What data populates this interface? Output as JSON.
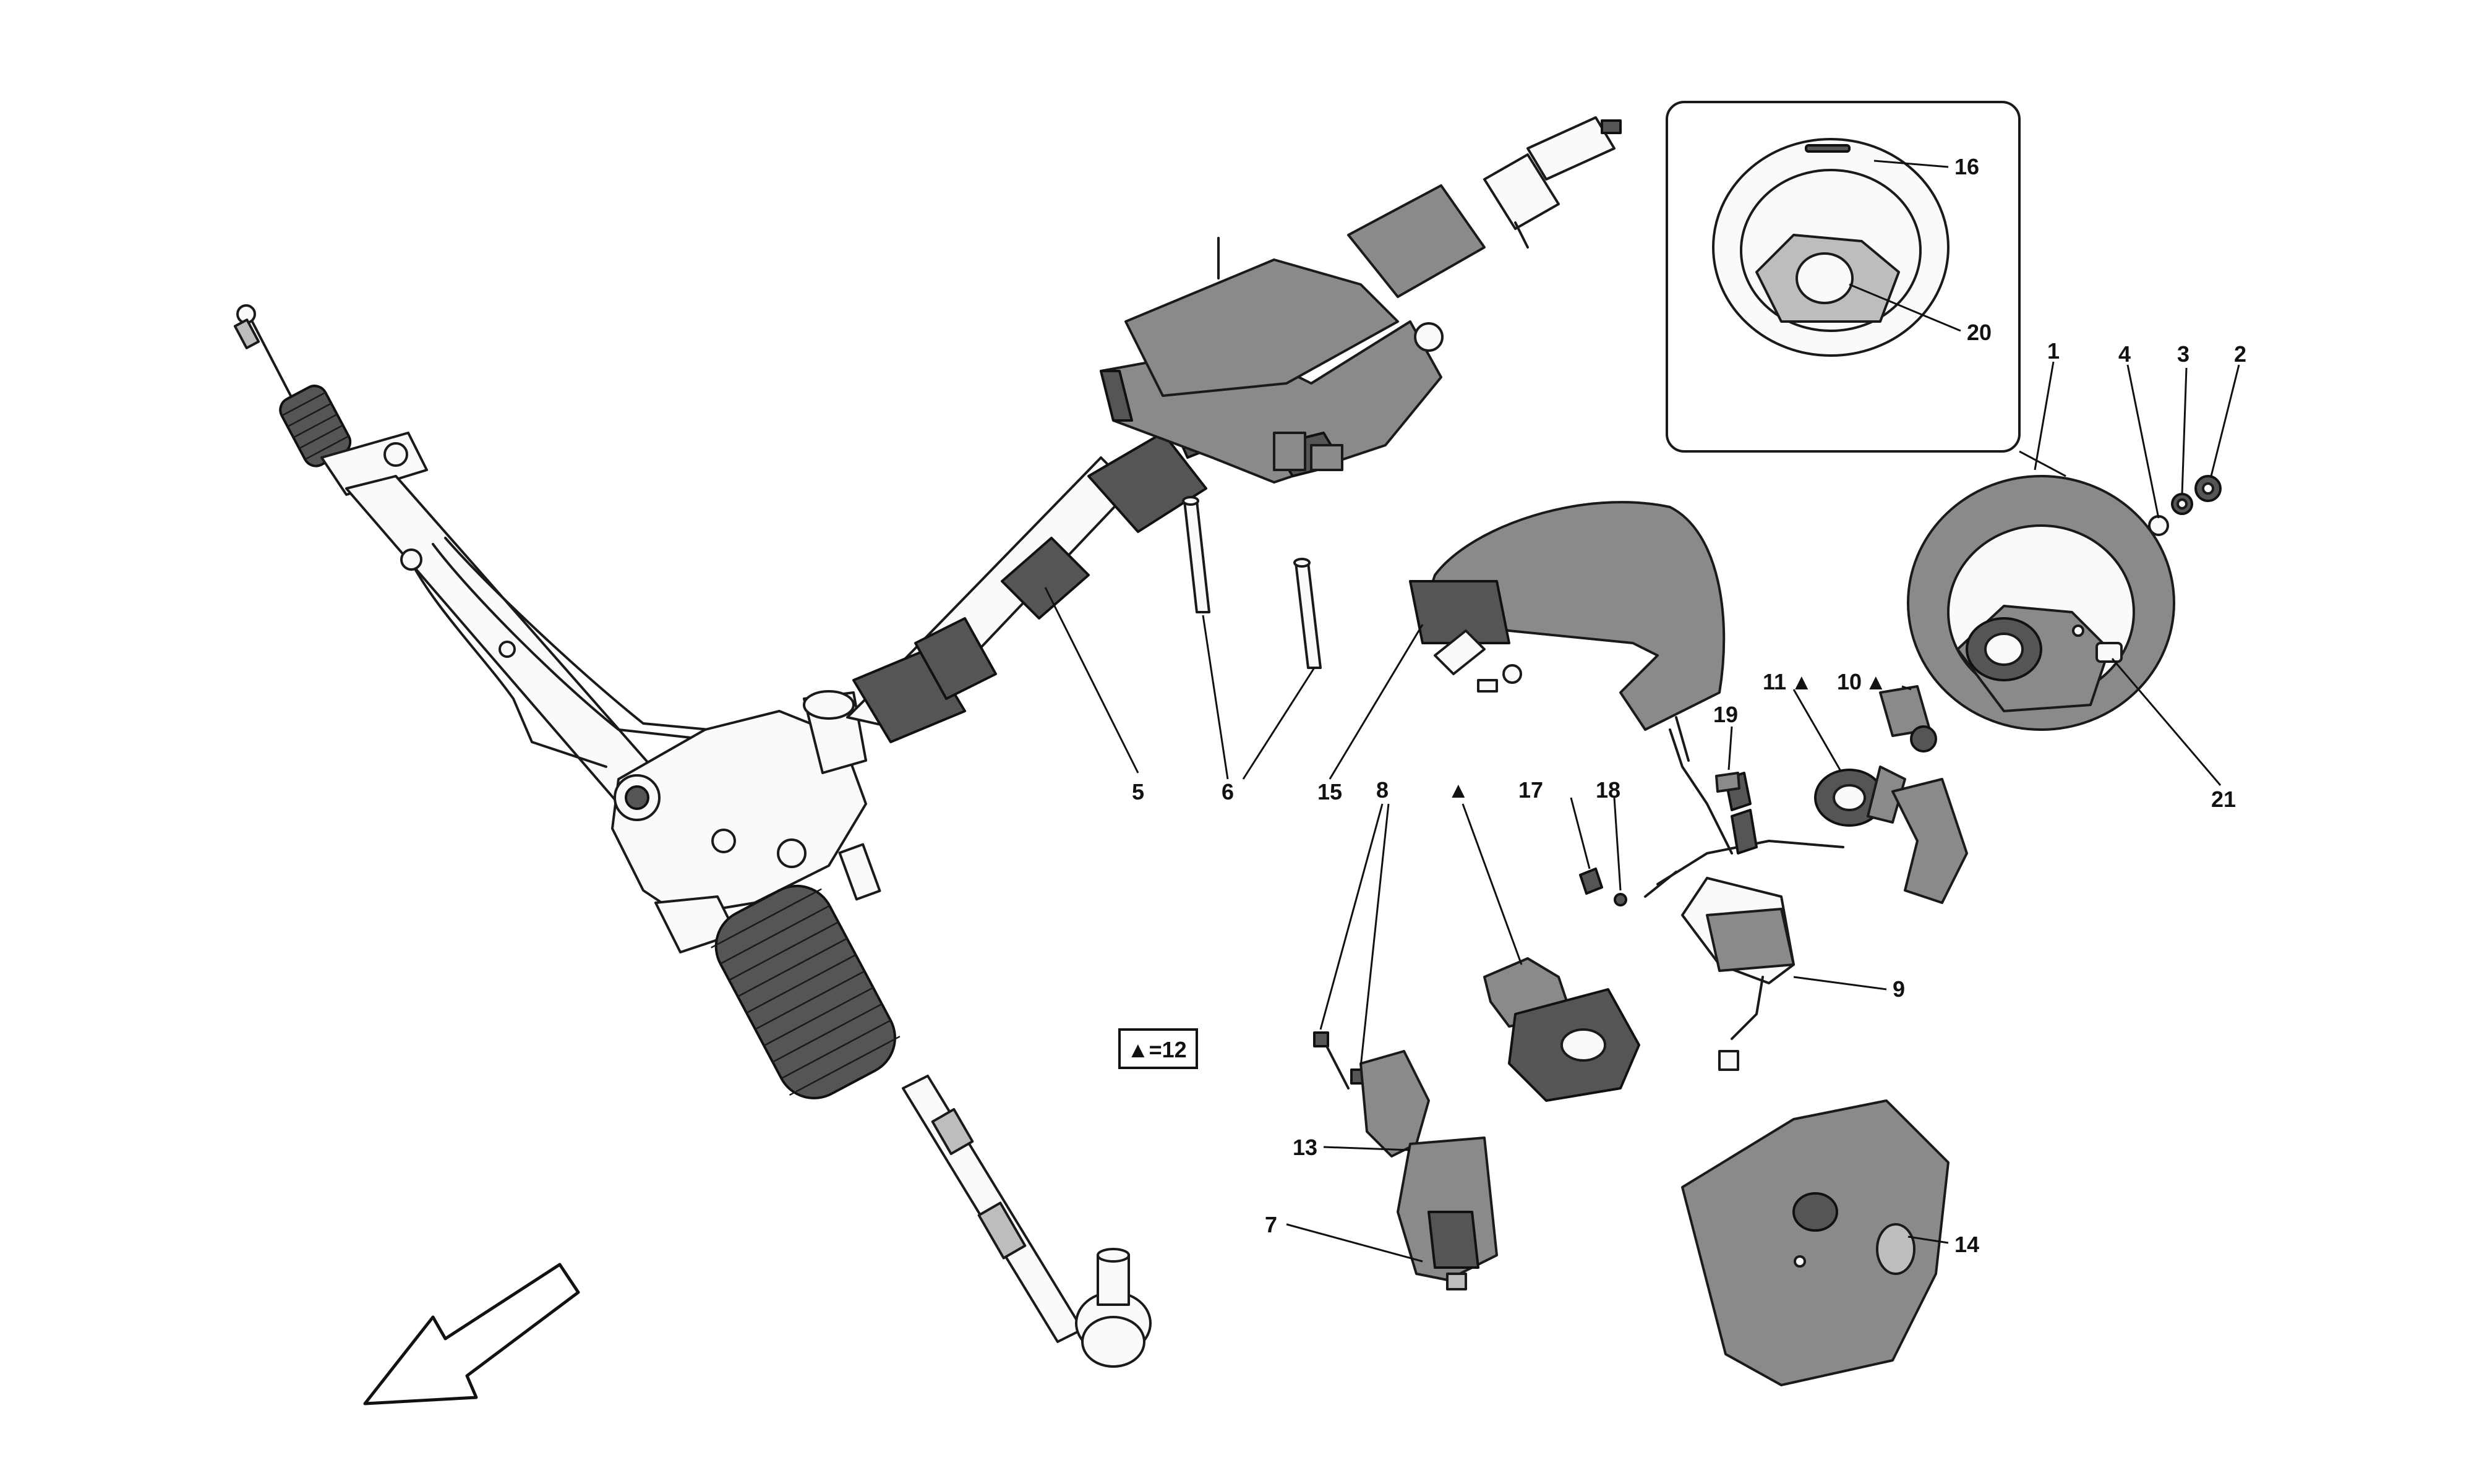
{
  "labels": {
    "p1": "1",
    "p2": "2",
    "p3": "3",
    "p4": "4",
    "p5": "5",
    "p6": "6",
    "p7": "7",
    "p8": "8",
    "p9": "9",
    "p10": "10",
    "p11": "11",
    "p13": "13",
    "p14": "14",
    "p15": "15",
    "p16": "16",
    "p17": "17",
    "p18": "18",
    "p19": "19",
    "p20": "20",
    "p21": "21"
  },
  "marker": "▲",
  "legend_note": "▲=12",
  "colors": {
    "part_fill": "#8a8a8a",
    "outline": "#1a1a1a",
    "background": "#ffffff"
  },
  "icons": {
    "direction_arrow": "front-direction-arrow-icon",
    "triangle_marker": "triangle-marker-icon"
  }
}
